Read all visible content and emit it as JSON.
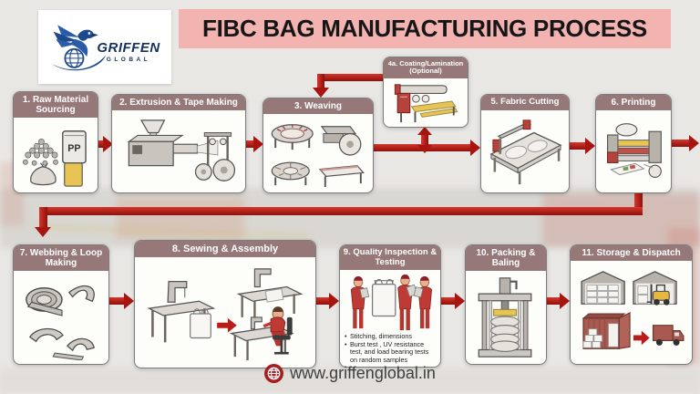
{
  "brand": {
    "logo_icon": "griffin-globe-logo",
    "logo_text_primary": "GRIFFEN",
    "logo_text_secondary": "GLOBAL"
  },
  "header": {
    "title": "FIBC BAG MANUFACTURING PROCESS"
  },
  "colors": {
    "canvas-bg": "#e9e7e4",
    "banner-bg": "#f2b3b1",
    "banner-text": "#161616",
    "step-header-bg": "#967879",
    "step-header-text": "#ffffff",
    "card-bg": "#fdfdfa",
    "card-border": "#7d7d7d",
    "arrow-red": "#b91d1a",
    "globe-red": "#a41e22",
    "footer-text": "#3f3f3f"
  },
  "steps": [
    {
      "id": "1",
      "label": "1. Raw Material Sourcing",
      "icon": "raw-material-icon"
    },
    {
      "id": "2",
      "label": "2. Extrusion & Tape Making",
      "icon": "extrusion-machine-icon"
    },
    {
      "id": "3",
      "label": "3. Weaving",
      "icon": "circular-loom-icon"
    },
    {
      "id": "4a",
      "label": "4a. Coating/Lamination (Optional)",
      "icon": "coating-machine-icon",
      "optional": true
    },
    {
      "id": "5",
      "label": "5. Fabric Cutting",
      "icon": "cutting-table-icon"
    },
    {
      "id": "6",
      "label": "6. Printing",
      "icon": "printing-press-icon"
    },
    {
      "id": "7",
      "label": "7. Webbing & Loop Making",
      "icon": "webbing-loops-icon"
    },
    {
      "id": "8",
      "label": "8. Sewing & Assembly",
      "icon": "sewing-machines-icon"
    },
    {
      "id": "9",
      "label": "9. Quality Inspection & Testing",
      "icon": "inspectors-icon",
      "bullets": [
        "Stitching, dimensions",
        "Burst test , UV resistance test, and load bearing tests on random samples"
      ]
    },
    {
      "id": "10",
      "label": "10. Packing & Baling",
      "icon": "baling-press-icon"
    },
    {
      "id": "11",
      "label": "11. Storage & Dispatch",
      "icon": "warehouse-dispatch-icon"
    }
  ],
  "footer": {
    "icon": "globe-icon",
    "website": "www.griffenglobal.in"
  }
}
